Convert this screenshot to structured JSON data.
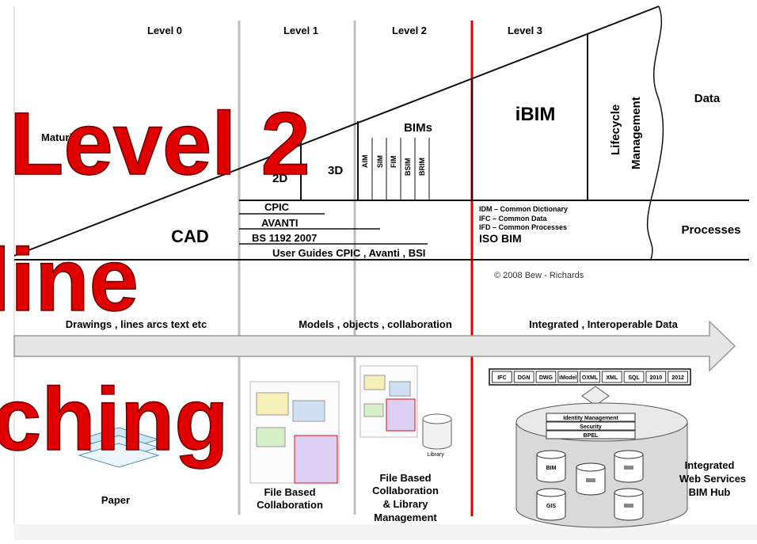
{
  "levels": [
    "Level 0",
    "Level 1",
    "Level 2",
    "Level 3"
  ],
  "maturity_label": "Maturity",
  "cad_label": "CAD",
  "twod_label": "2D",
  "threed_label": "3D",
  "bims_label": "BIMs",
  "bim_vertical_labels": [
    "AIM",
    "SIM",
    "FIM",
    "BSIM",
    "BRIM"
  ],
  "ibim_label": "iBIM",
  "lifecycle_label": [
    "Lifecycle",
    "Management"
  ],
  "data_label": "Data",
  "processes_label": "Processes",
  "standards": [
    "CPIC",
    "AVANTI",
    "BS 1192 2007",
    "User Guides CPIC , Avanti , BSI"
  ],
  "level3_processes": [
    "IDM – Common Dictionary",
    "IFC – Common Data",
    "IFD – Common Processes"
  ],
  "iso_bim": "ISO BIM",
  "copyright": "© 2008 Bew - Richards",
  "arrow_captions": [
    "Drawings ,  lines arcs text etc",
    "Models ,  objects , collaboration",
    "Integrated ,  Interoperable Data"
  ],
  "format_boxes": [
    "IFC",
    "DGN",
    "DWG",
    "iModel",
    "OXML",
    "XML",
    "SQL",
    "2010",
    "2012"
  ],
  "hub_layers": [
    "Identity Management",
    "Security",
    "BPEL"
  ],
  "db_labels": [
    "BIM",
    "GIS"
  ],
  "library_label": "Library",
  "bottom_captions": {
    "paper": "Paper",
    "file_based": [
      "File Based",
      "Collaboration"
    ],
    "file_library": [
      "File Based",
      "Collaboration",
      "& Library",
      "Management"
    ],
    "hub": [
      "Integrated",
      "Web Services",
      "BIM Hub"
    ]
  },
  "overlay_words": [
    "Level 2",
    "line",
    "ching"
  ],
  "colors": {
    "red": "#e00000",
    "grey_line": "#bdbdbd",
    "black": "#111111"
  }
}
